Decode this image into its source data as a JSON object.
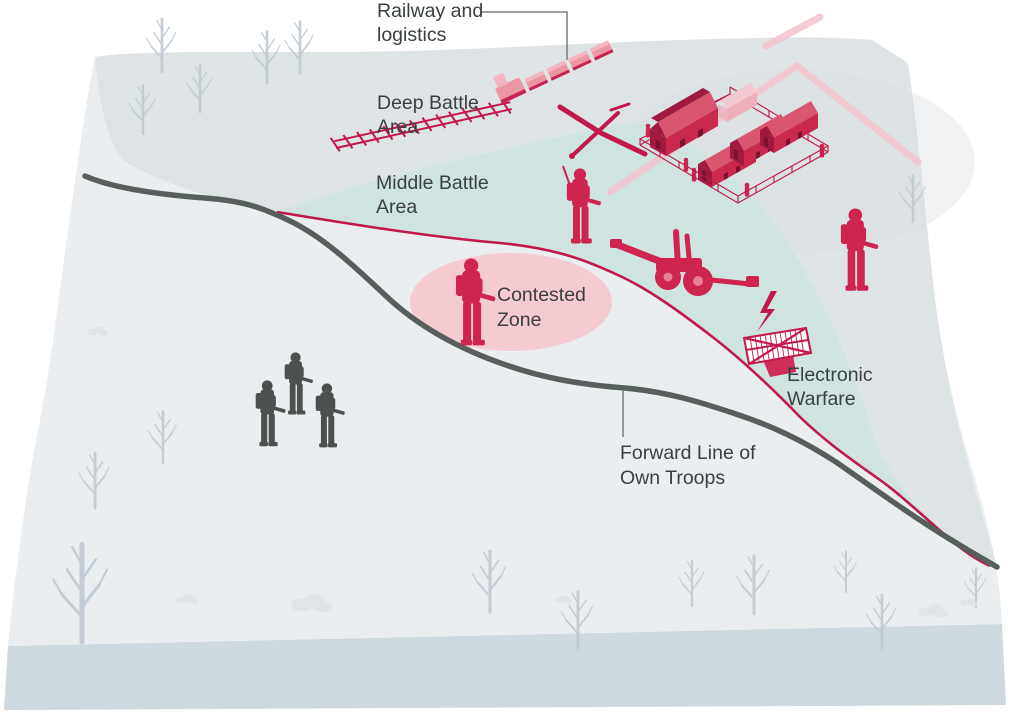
{
  "labels": {
    "railway_logistics": {
      "line1": "Railway and",
      "line2": "logistics"
    },
    "deep_battle": {
      "line1": "Deep Battle",
      "line2": "Area"
    },
    "middle_battle": {
      "line1": "Middle Battle",
      "line2": "Area"
    },
    "contested_zone": {
      "line1": "Contested",
      "line2": "Zone"
    },
    "electronic_warfare": {
      "line1": "Electronic",
      "line2": "Warfare"
    },
    "flot": {
      "line1": "Forward Line of",
      "line2": "Own Troops"
    }
  },
  "icons": [
    "railway-track-icon",
    "train-icon",
    "drone-icon",
    "drone-operator-icon",
    "artillery-icon",
    "lightning-icon",
    "electronic-warfare-antenna-icon",
    "military-base-icon",
    "red-soldier-icon",
    "contested-zone-soldier-icon",
    "friendly-soldier-icon",
    "tree-icon",
    "bush-icon"
  ],
  "colors": {
    "bg": "#ffffff",
    "terrain": "#eaeef0",
    "terrain_side": "#cdd9de",
    "zone_deep": "#dee3e5",
    "zone_middle": "#cfe3e1",
    "zone_contested": "#f4cbd0",
    "crimson": "#c2184a",
    "red_soldier": "#ce2450",
    "train_pink": "#ec96a4",
    "train_light": "#f3b6c0",
    "bldg_front": "#c8294d",
    "bldg_end": "#9e1b3f",
    "bldg_roof": "#d8566f",
    "bldg_win": "#7c1031",
    "bldg_pale": "#eeafbb",
    "bldg_pale_roof": "#f3c9d1",
    "road_pink": "#f2c3cc",
    "flot": "#575f5d",
    "gray_soldier": "#4b514e",
    "tree": "#bfc8d1",
    "bush": "#dfe5e7",
    "text": "#3a3f41",
    "pointer": "#787d7f"
  }
}
